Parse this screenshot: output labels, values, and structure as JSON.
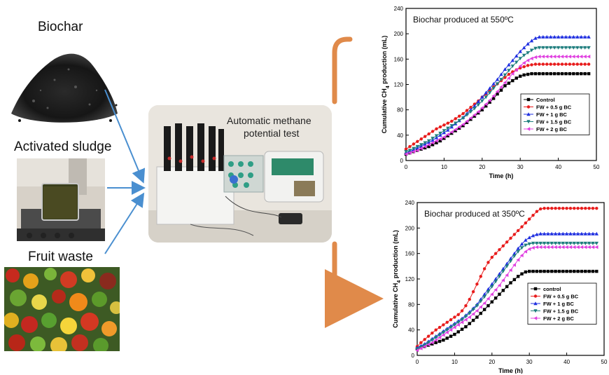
{
  "inputs": {
    "biochar_label": "Biochar",
    "sludge_label": "Activated sludge",
    "fruit_label": "Fruit waste"
  },
  "device": {
    "caption_line1": "Automatic methane",
    "caption_line2": "potential test"
  },
  "colors": {
    "input_arrows": "#4a8fd0",
    "orange_arrows": "#e08a4a",
    "control": "#000000",
    "fw_0_5": "#e81c1c",
    "fw_1": "#1f2fe0",
    "fw_1_5": "#1e7d7d",
    "fw_2": "#e040e0"
  },
  "chart_data": [
    {
      "type": "line",
      "title": "Biochar produced at 550ºC",
      "xlabel": "Time (h)",
      "ylabel": "Cumulative CH4 production (mL)",
      "ylabel_main": "Cumulative CH",
      "ylabel_sub": "4",
      "ylabel_tail": " production (mL)",
      "xlim": [
        0,
        50
      ],
      "ylim": [
        0,
        240
      ],
      "xticks": [
        0,
        10,
        20,
        30,
        40,
        50
      ],
      "yticks": [
        0,
        40,
        80,
        120,
        160,
        200,
        240
      ],
      "xtick_labels": [
        "0",
        "10",
        "20",
        "30",
        "40",
        "50"
      ],
      "ytick_labels": [
        "0",
        "40",
        "80",
        "120",
        "160",
        "200",
        "240"
      ],
      "legend_position": "bottom-right",
      "x": [
        0,
        1,
        2,
        3,
        4,
        5,
        6,
        7,
        8,
        9,
        10,
        11,
        12,
        13,
        14,
        15,
        16,
        17,
        18,
        19,
        20,
        21,
        22,
        23,
        24,
        25,
        26,
        27,
        28,
        29,
        30,
        31,
        32,
        33,
        34,
        35,
        36,
        37,
        38,
        39,
        40,
        41,
        42,
        43,
        44,
        45,
        46,
        47,
        48
      ],
      "series": [
        {
          "name": "Control",
          "color": "#000000",
          "marker": "square",
          "values": [
            10,
            12,
            14,
            16,
            18,
            20,
            22,
            25,
            28,
            31,
            35,
            39,
            43,
            47,
            51,
            55,
            60,
            65,
            70,
            75,
            80,
            86,
            92,
            98,
            105,
            111,
            118,
            122,
            126,
            130,
            133,
            135,
            136,
            137,
            137,
            137,
            137,
            137,
            137,
            137,
            137,
            137,
            137,
            137,
            137,
            137,
            137,
            137,
            137
          ]
        },
        {
          "name": "FW + 0.5 g BC",
          "color": "#e81c1c",
          "marker": "circle",
          "values": [
            18,
            22,
            26,
            30,
            34,
            38,
            42,
            46,
            50,
            53,
            56,
            59,
            62,
            66,
            70,
            74,
            79,
            84,
            89,
            94,
            100,
            105,
            110,
            116,
            121,
            126,
            131,
            136,
            140,
            143,
            146,
            148,
            150,
            151,
            152,
            152,
            152,
            152,
            152,
            152,
            152,
            152,
            152,
            152,
            152,
            152,
            152,
            152,
            152
          ]
        },
        {
          "name": "FW + 1 g BC",
          "color": "#1f2fe0",
          "marker": "triangle-up",
          "values": [
            12,
            14,
            17,
            20,
            23,
            26,
            29,
            32,
            36,
            40,
            44,
            48,
            53,
            58,
            63,
            68,
            74,
            80,
            86,
            93,
            100,
            107,
            114,
            121,
            128,
            136,
            144,
            151,
            158,
            165,
            172,
            178,
            184,
            189,
            193,
            195,
            195,
            195,
            195,
            195,
            195,
            195,
            195,
            195,
            195,
            195,
            195,
            195,
            195
          ]
        },
        {
          "name": "FW + 1.5 g BC",
          "color": "#1e7d7d",
          "marker": "triangle-down",
          "values": [
            14,
            16,
            19,
            22,
            25,
            28,
            31,
            35,
            39,
            43,
            47,
            51,
            55,
            59,
            63,
            67,
            72,
            77,
            82,
            88,
            94,
            100,
            107,
            114,
            121,
            128,
            135,
            142,
            149,
            155,
            161,
            166,
            170,
            174,
            177,
            178,
            178,
            178,
            178,
            178,
            178,
            178,
            178,
            178,
            178,
            178,
            178,
            178,
            178
          ]
        },
        {
          "name": "FW + 2 g BC",
          "color": "#e040e0",
          "marker": "triangle-left",
          "values": [
            10,
            12,
            14,
            16,
            19,
            22,
            25,
            28,
            31,
            34,
            37,
            41,
            45,
            49,
            53,
            57,
            62,
            67,
            72,
            77,
            83,
            89,
            95,
            102,
            109,
            116,
            123,
            130,
            137,
            143,
            149,
            154,
            158,
            161,
            163,
            164,
            164,
            164,
            164,
            164,
            164,
            164,
            164,
            164,
            164,
            164,
            164,
            164,
            164
          ]
        }
      ]
    },
    {
      "type": "line",
      "title": "Biochar produced at 350ºC",
      "xlabel": "Time (h)",
      "ylabel": "Cumulative CH4 production (mL)",
      "ylabel_main": "Cumulative CH",
      "ylabel_sub": "4",
      "ylabel_tail": " production (mL)",
      "xlim": [
        0,
        50
      ],
      "ylim": [
        0,
        240
      ],
      "xticks": [
        0,
        10,
        20,
        30,
        40,
        50
      ],
      "yticks": [
        0,
        40,
        80,
        120,
        160,
        200,
        240
      ],
      "xtick_labels": [
        "0",
        "10",
        "20",
        "30",
        "40",
        "50"
      ],
      "ytick_labels": [
        "0",
        "40",
        "80",
        "120",
        "160",
        "200",
        "240"
      ],
      "legend_position": "bottom-right",
      "x": [
        0,
        1,
        2,
        3,
        4,
        5,
        6,
        7,
        8,
        9,
        10,
        11,
        12,
        13,
        14,
        15,
        16,
        17,
        18,
        19,
        20,
        21,
        22,
        23,
        24,
        25,
        26,
        27,
        28,
        29,
        30,
        31,
        32,
        33,
        34,
        35,
        36,
        37,
        38,
        39,
        40,
        41,
        42,
        43,
        44,
        45,
        46,
        47,
        48
      ],
      "series": [
        {
          "name": "control",
          "color": "#000000",
          "marker": "square",
          "values": [
            10,
            12,
            14,
            16,
            18,
            20,
            22,
            24,
            27,
            30,
            33,
            37,
            41,
            45,
            50,
            55,
            60,
            66,
            72,
            78,
            84,
            90,
            96,
            102,
            108,
            114,
            119,
            124,
            128,
            131,
            132,
            132,
            132,
            132,
            132,
            132,
            132,
            132,
            132,
            132,
            132,
            132,
            132,
            132,
            132,
            132,
            132,
            132,
            132
          ]
        },
        {
          "name": "FW + 0.5 g BC",
          "color": "#e81c1c",
          "marker": "circle",
          "values": [
            14,
            20,
            25,
            30,
            35,
            40,
            44,
            48,
            52,
            56,
            60,
            64,
            70,
            78,
            88,
            100,
            112,
            124,
            136,
            146,
            154,
            160,
            166,
            172,
            178,
            184,
            190,
            196,
            202,
            208,
            214,
            220,
            226,
            230,
            231,
            231,
            231,
            231,
            231,
            231,
            231,
            231,
            231,
            231,
            231,
            231,
            231,
            231,
            231
          ]
        },
        {
          "name": "FW + 1 g BC",
          "color": "#1f2fe0",
          "marker": "triangle-up",
          "values": [
            12,
            15,
            18,
            22,
            26,
            30,
            34,
            38,
            42,
            46,
            50,
            54,
            58,
            63,
            68,
            74,
            80,
            88,
            96,
            104,
            112,
            120,
            128,
            136,
            144,
            152,
            160,
            168,
            175,
            181,
            185,
            188,
            190,
            191,
            191,
            191,
            191,
            191,
            191,
            191,
            191,
            191,
            191,
            191,
            191,
            191,
            191,
            191,
            191
          ]
        },
        {
          "name": "FW + 1.5 g BC",
          "color": "#1e7d7d",
          "marker": "triangle-down",
          "values": [
            10,
            13,
            16,
            20,
            24,
            28,
            32,
            36,
            40,
            44,
            48,
            52,
            56,
            61,
            66,
            72,
            78,
            85,
            92,
            100,
            108,
            116,
            124,
            132,
            140,
            148,
            156,
            163,
            169,
            173,
            175,
            176,
            176,
            176,
            176,
            176,
            176,
            176,
            176,
            176,
            176,
            176,
            176,
            176,
            176,
            176,
            176,
            176,
            176
          ]
        },
        {
          "name": "FW + 2 g BC",
          "color": "#e040e0",
          "marker": "triangle-left",
          "values": [
            8,
            11,
            14,
            17,
            20,
            24,
            28,
            32,
            36,
            40,
            44,
            48,
            52,
            56,
            60,
            65,
            70,
            76,
            82,
            89,
            96,
            103,
            110,
            118,
            126,
            134,
            142,
            150,
            157,
            163,
            167,
            169,
            170,
            170,
            170,
            170,
            170,
            170,
            170,
            170,
            170,
            170,
            170,
            170,
            170,
            170,
            170,
            170,
            170
          ]
        }
      ]
    }
  ]
}
